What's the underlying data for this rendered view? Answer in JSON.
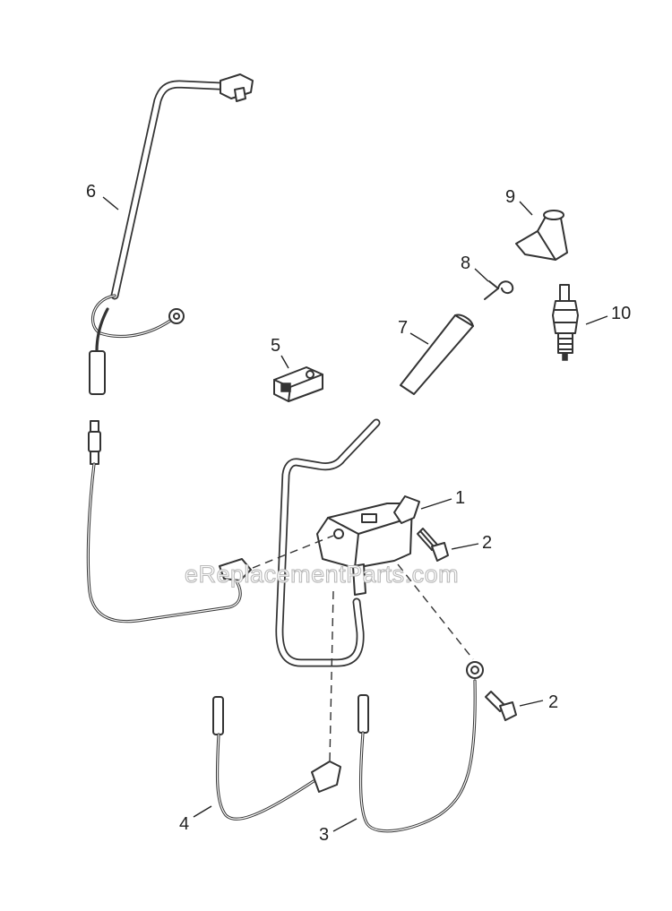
{
  "callouts": {
    "c1": "1",
    "c2a": "2",
    "c2b": "2",
    "c3": "3",
    "c4": "4",
    "c5": "5",
    "c6": "6",
    "c7": "7",
    "c8": "8",
    "c9": "9",
    "c10": "10"
  },
  "watermark": "eReplacementParts.com",
  "colors": {
    "line": "#333333",
    "watermark_stroke": "#b9b9b9",
    "background": "#ffffff"
  }
}
